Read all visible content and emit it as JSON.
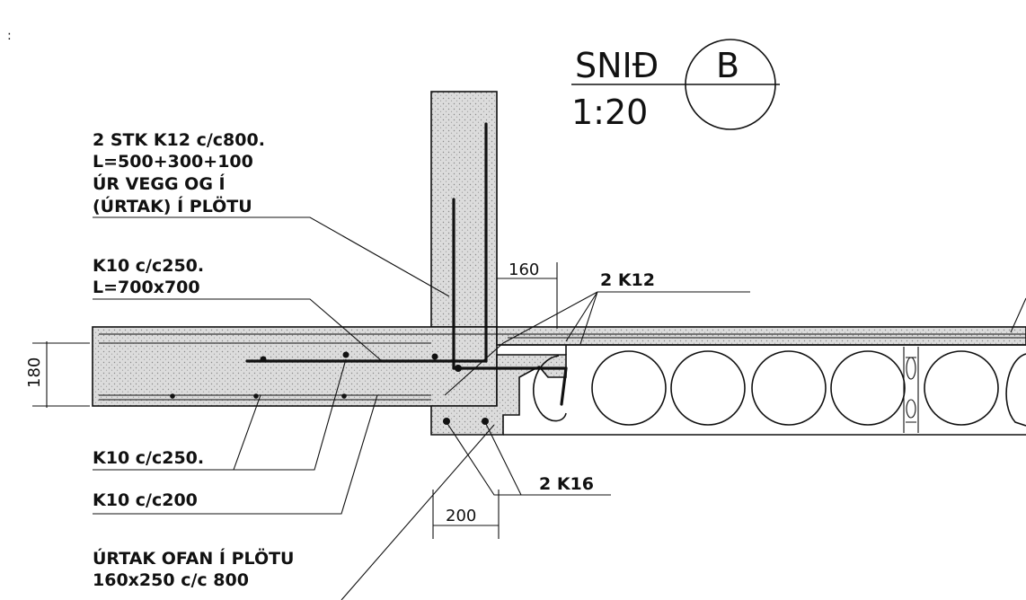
{
  "title": {
    "section_label": "SNIÐ",
    "section_letter": "B",
    "scale": "1:20"
  },
  "corner_mark": ":",
  "notes": {
    "wall_bars": [
      "2 STK K12 c/c800.",
      "L=500+300+100",
      "ÚR VEGG OG Í",
      "(ÚRTAK) Í PLÖTU"
    ],
    "corner_bars": [
      "K10 c/c250.",
      "L=700x700"
    ],
    "top_k12": "2 K12",
    "bottom_k10_250": "K10 c/c250.",
    "bottom_k10_200": "K10 c/c200",
    "beam_k16": "2 K16",
    "recess": [
      "ÚRTAK OFAN Í PLÖTU",
      "160x250 c/c 800"
    ]
  },
  "dimensions": {
    "slab_thickness": "180",
    "recess_width": "160",
    "beam_width": "200"
  },
  "colors": {
    "ink": "#111111",
    "concrete": "#d6d6d6",
    "paper": "#ffffff"
  }
}
